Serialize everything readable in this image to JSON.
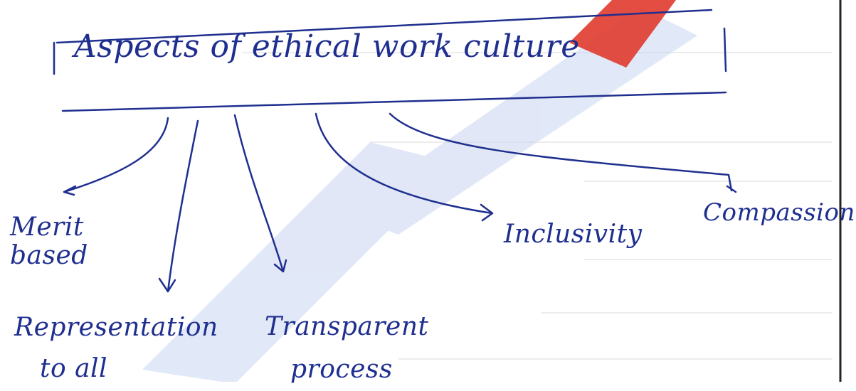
{
  "diagram": {
    "root": "Aspects of ethical work culture",
    "branches": [
      {
        "lines": [
          "Merit",
          "based"
        ]
      },
      {
        "lines": [
          "Representation",
          "to all"
        ]
      },
      {
        "lines": [
          "Transparent",
          "process"
        ]
      },
      {
        "lines": [
          "Inclusivity"
        ]
      },
      {
        "lines": [
          "Compassion"
        ]
      }
    ]
  },
  "colors": {
    "ink": "#1f2f8f",
    "watermark_red": "#e03a2e",
    "watermark_blue": "#b8c8ec",
    "margin_line": "#222222",
    "faint_lines": "#e6e6e6"
  }
}
